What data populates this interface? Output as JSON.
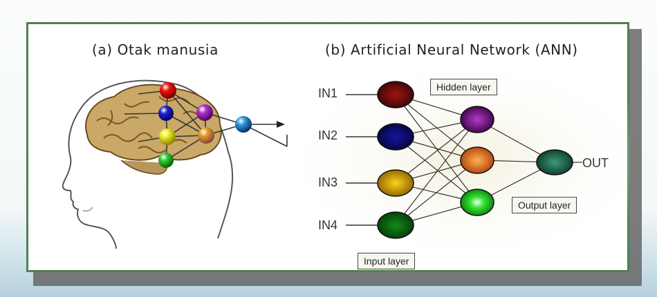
{
  "panels": {
    "a_title": "(a) Otak manusia",
    "b_title": "(b) Artificial Neural Network (ANN)"
  },
  "ann": {
    "inputs": [
      "IN1",
      "IN2",
      "IN3",
      "IN4"
    ],
    "output_label": "OUT",
    "hidden_layer_label": "Hidden layer",
    "output_layer_label": "Output layer",
    "input_layer_label": "Input layer",
    "colors": {
      "input_nodes": [
        "#6b0f0f",
        "#0c0c6a",
        "#d9a300",
        "#0b5a10"
      ],
      "hidden_nodes": [
        "#6a0a7a",
        "#e2691a",
        "#1fd21f"
      ],
      "output_node": "#1f6a4c"
    }
  },
  "brain": {
    "neuron_colors": [
      "#e11",
      "#22c",
      "#a3c",
      "#ee2",
      "#e7a020",
      "#3c3",
      "#39d"
    ]
  }
}
